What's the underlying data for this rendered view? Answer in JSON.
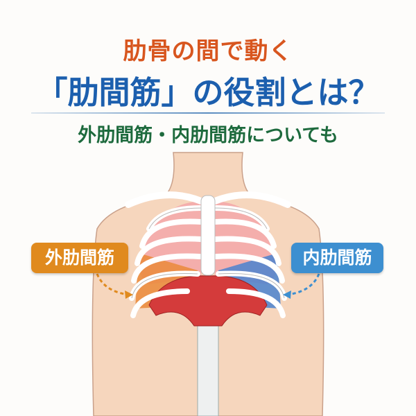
{
  "title": {
    "line1": "肋骨の間で動く",
    "line2": "「肋間筋」の役割とは？",
    "subtitle": "外肋間筋・内肋間筋についても"
  },
  "labels": {
    "external": "外肋間筋",
    "internal": "内肋間筋"
  },
  "colors": {
    "title1": "#d8561f",
    "title2": "#1c5fae",
    "subtitle": "#1d6a3d",
    "external": "#e08a1e",
    "internal": "#3d8fd0"
  }
}
